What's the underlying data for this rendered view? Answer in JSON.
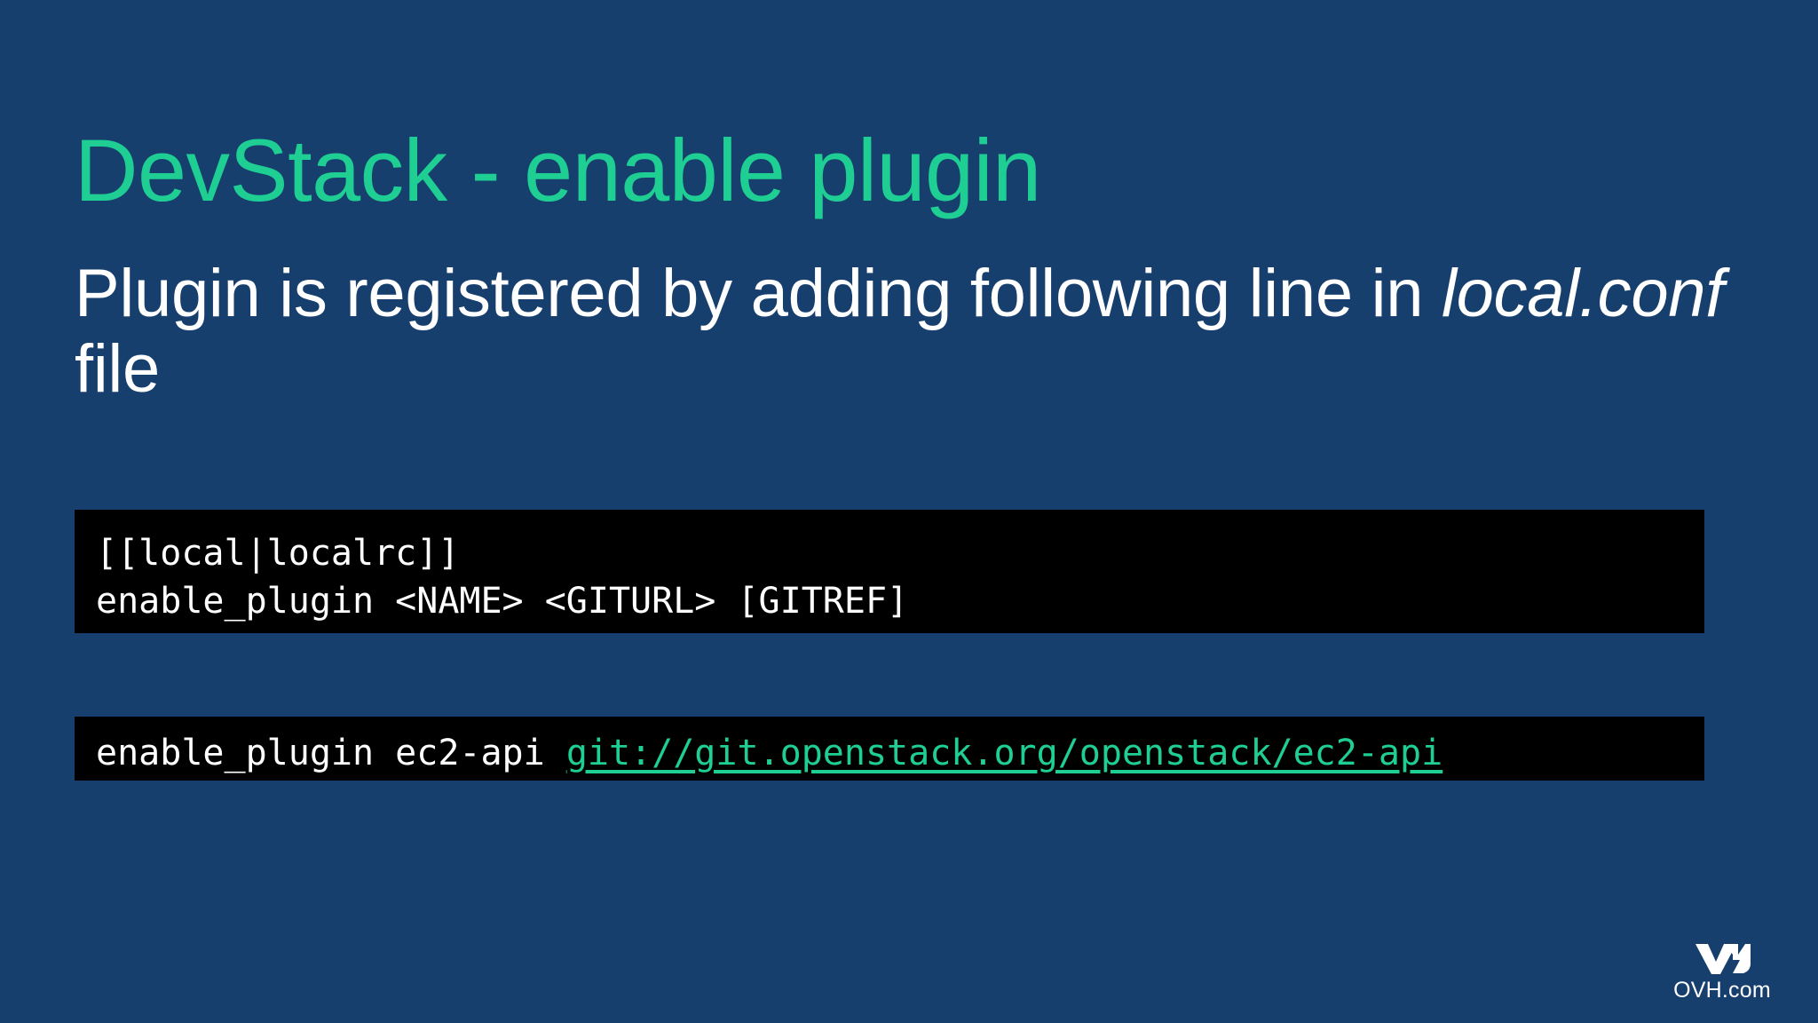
{
  "slide": {
    "background_color": "#173F6E",
    "title": "DevStack - enable plugin",
    "title_color": "#1ECE93",
    "body": {
      "line1_prefix": "Plugin is registered by adding following line in ",
      "emphasis": "local.conf",
      "line1_suffix": " file",
      "text_color": "#FFFFFF"
    },
    "code_blocks": [
      {
        "name": "syntax-block",
        "background_color": "#000000",
        "lines": [
          "[[local|localrc]]",
          "enable_plugin <NAME> <GITURL> [GITREF]"
        ]
      },
      {
        "name": "example-block",
        "background_color": "#000000",
        "command": "enable_plugin ec2-api ",
        "url": "git://git.openstack.org/openstack/ec2-api",
        "url_color": "#1ECE93"
      }
    ],
    "footer": {
      "logo_icon": "ovh-logo-icon",
      "wordmark": "OVH.com"
    }
  }
}
